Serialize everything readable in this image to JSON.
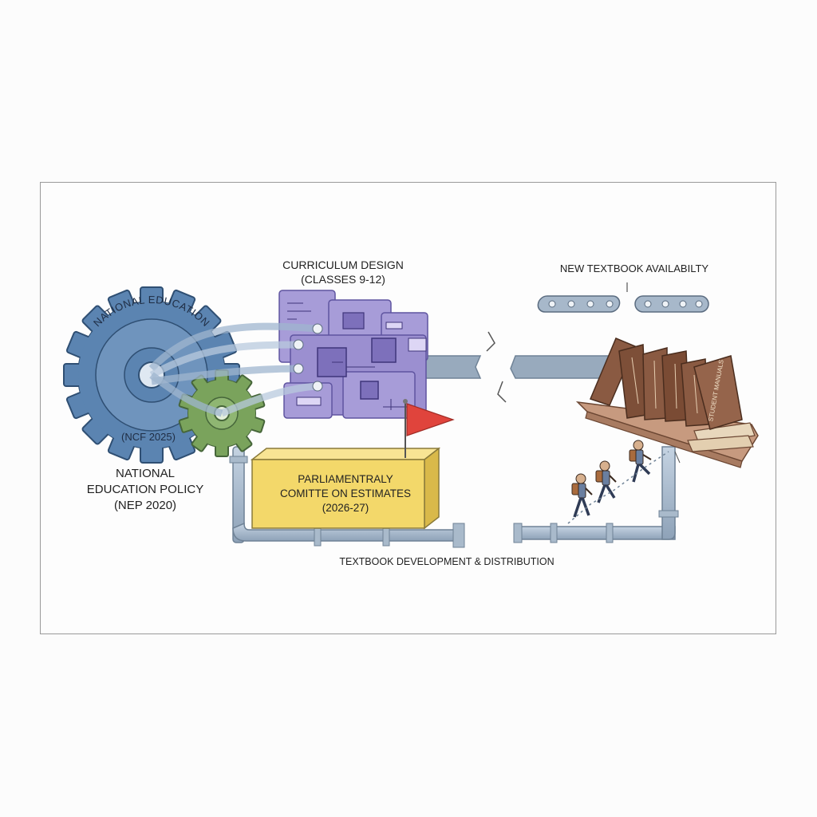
{
  "curriculum": {
    "line1": "CURRICULUM DESIGN",
    "line2": "(CLASSES 9-12)"
  },
  "availability": {
    "label": "NEW TEXTBOOK AVAILABILTY"
  },
  "gear": {
    "arc_text": "NATIONAL EDUCATION",
    "inner_text": "(NCF 2025)"
  },
  "nep": {
    "line1": "NATIONAL",
    "line2": "EDUCATION POLICY",
    "line3": "(NEP 2020)"
  },
  "committee": {
    "line1": "PARLIAMENTRALY",
    "line2": "COMITTE ON ESTIMATES",
    "line3": "(2026-27)"
  },
  "distribution": {
    "label": "TEXTBOOK DEVELOPMENT & DISTRIBUTION"
  },
  "books": {
    "spine_text": "STUDENT MANUALS"
  },
  "colors": {
    "gear_blue": "#5b84b1",
    "gear_green": "#7aa35c",
    "circuit_purple": "#9b8fd0",
    "committee_yellow": "#f3d86a",
    "flag_red": "#e0443c",
    "book_brown": "#8a5a42",
    "pipe_gray": "#9db0c4"
  },
  "icons": [
    "gear-icon",
    "circuit-board-icon",
    "flag-icon",
    "conveyor-icon",
    "bookshelf-icon",
    "hiker-icon"
  ]
}
